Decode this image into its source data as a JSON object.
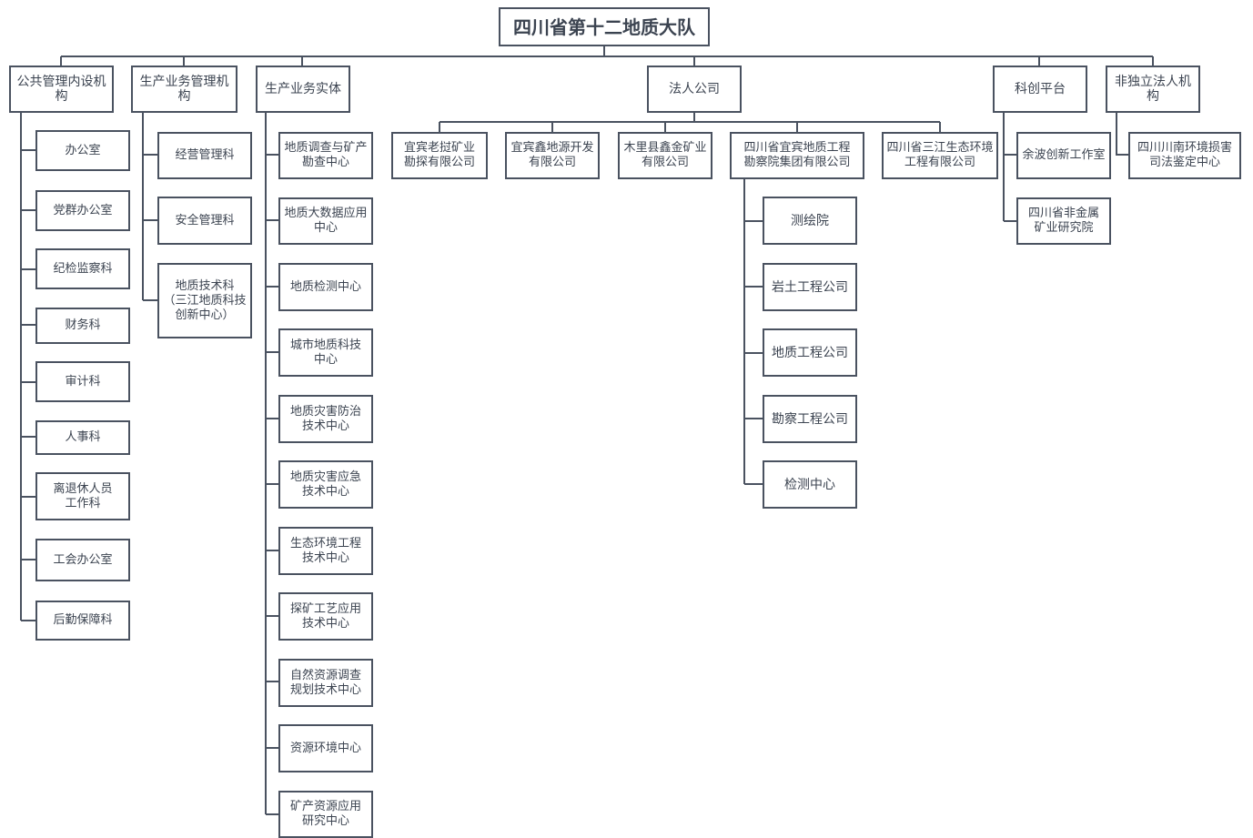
{
  "root": "四川省第十二地质大队",
  "categories": {
    "public": "公共管理内设机构",
    "production_mgmt": "生产业务管理机构",
    "production_entity": "生产业务实体",
    "legal": "法人公司",
    "innovation": "科创平台",
    "non_independent": "非独立法人机构"
  },
  "public_items": [
    "办公室",
    "党群办公室",
    "纪检监察科",
    "财务科",
    "审计科",
    "人事科",
    "离退休人员\n工作科",
    "工会办公室",
    "后勤保障科"
  ],
  "production_mgmt_items": [
    "经营管理科",
    "安全管理科",
    "地质技术科\n（三江地质科技\n创新中心）"
  ],
  "production_entity_items": [
    "地质调查与矿产\n勘查中心",
    "地质大数据应用\n中心",
    "地质检测中心",
    "城市地质科技\n中心",
    "地质灾害防治\n技术中心",
    "地质灾害应急\n技术中心",
    "生态环境工程\n技术中心",
    "探矿工艺应用\n技术中心",
    "自然资源调查\n规划技术中心",
    "资源环境中心",
    "矿产资源应用\n研究中心"
  ],
  "legal_companies": [
    "宜宾老挝矿业\n勘探有限公司",
    "宜宾鑫地源开发\n有限公司",
    "木里县鑫金矿业\n有限公司",
    "四川省宜宾地质工程\n勘察院集团有限公司",
    "四川省三江生态环境\n工程有限公司"
  ],
  "group_items": [
    "测绘院",
    "岩土工程公司",
    "地质工程公司",
    "勘察工程公司",
    "检测中心"
  ],
  "innovation_items": [
    "余波创新工作室",
    "四川省非金属\n矿业研究院"
  ],
  "non_independent_items": [
    "四川川南环境损害\n司法鉴定中心"
  ]
}
